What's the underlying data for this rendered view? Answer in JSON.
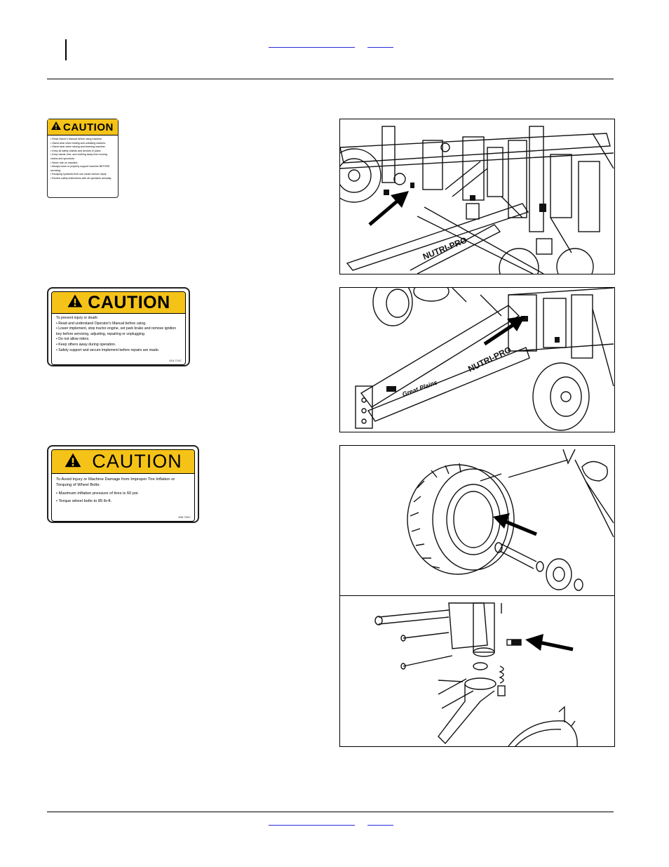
{
  "header": {
    "link_left": "",
    "link_right": ""
  },
  "footer": {
    "link_left": "",
    "link_right": ""
  },
  "decal1": {
    "heading": "CAUTION",
    "lines": [
      "• Read Owner's Manual before using machine.",
      "• Stand clear when folding and unfolding markers.",
      "• Stand clear when raising and lowering machine.",
      "• Keep all safety shields and devices in place.",
      "• Keep hands, feet, and clothing away from moving chains and sprockets.",
      "• Never ride on machine.",
      "• Always lower or properly support machine BEFORE servicing.",
      "• Escaping hydraulic fluid can cause serious injury.",
      "• Review safety instructions with all operators annually."
    ]
  },
  "decal2": {
    "heading": "CAUTION",
    "intro": "To prevent injury or death:",
    "lines": [
      "• Read and understand Operator's Manual before using.",
      "• Lower implement, stop tractor engine, set park brake and remove ignition key before servicing, adjusting, repairing or unplugging.",
      "• Do not allow riders.",
      "• Keep others away during operation.",
      "• Safely support and secure implement before repairs are made."
    ],
    "code": "818-719C"
  },
  "decal3": {
    "heading": "CAUTION",
    "intro": "To Avoid Injury or Machine Damage from Improper Tire Inflation or Torquing of Wheel Bolts:",
    "lines": [
      "• Maximum inflation pressure of tires is 60 psi.",
      "• Torque wheel bolts to 85 lb-ft."
    ],
    "code": "858-782C"
  },
  "figures": {
    "fig2_frame_text": "NUTRI-PRO",
    "fig3_frame_text": "NUTRI-PRO",
    "fig3_brand_text": "Great Plains"
  }
}
